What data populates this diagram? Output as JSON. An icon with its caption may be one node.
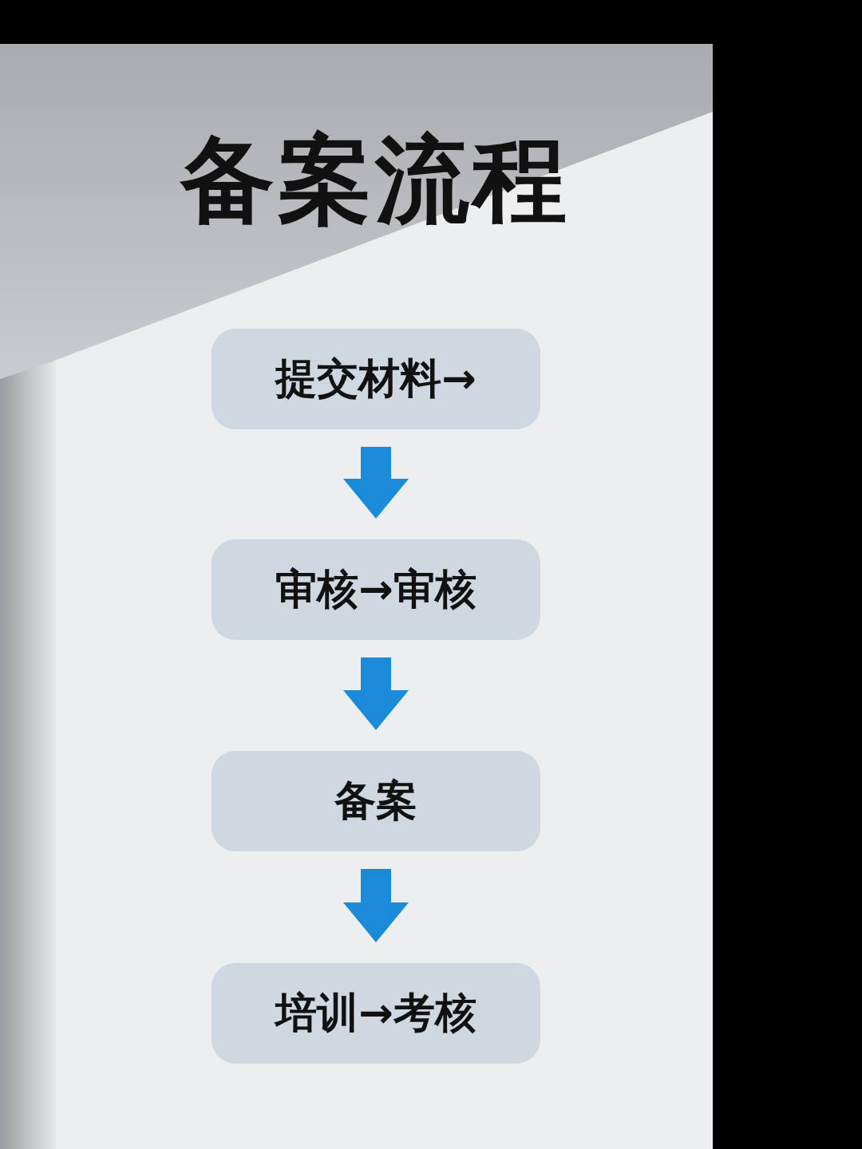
{
  "diagram": {
    "title": "备案流程",
    "nodes": [
      {
        "text": [
          "提交材料→"
        ]
      },
      {
        "text": [
          "审核→审核"
        ]
      },
      {
        "text": [
          "备案"
        ]
      },
      {
        "text": [
          "培训→考核"
        ]
      }
    ],
    "edges": [
      {
        "from": 0,
        "to": 1,
        "arrow": "to"
      },
      {
        "from": 1,
        "to": 2,
        "arrow": "to"
      },
      {
        "from": 2,
        "to": 3,
        "arrow": "to"
      }
    ]
  }
}
